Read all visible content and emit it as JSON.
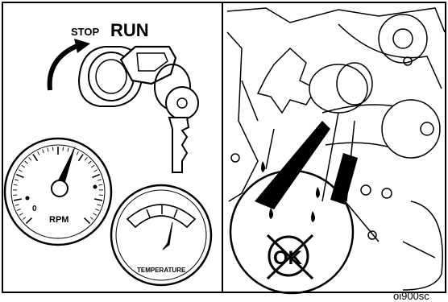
{
  "ignition": {
    "stop_label": "STOP",
    "run_label": "RUN"
  },
  "tachometer": {
    "zero_label": "0",
    "unit_label": "RPM"
  },
  "temperature_gauge": {
    "label": "TEMPERATURE"
  },
  "warning_symbol": {
    "text": "OK"
  },
  "figure_code": "oi900sc",
  "colors": {
    "ink": "#000000",
    "paper": "#ffffff"
  }
}
